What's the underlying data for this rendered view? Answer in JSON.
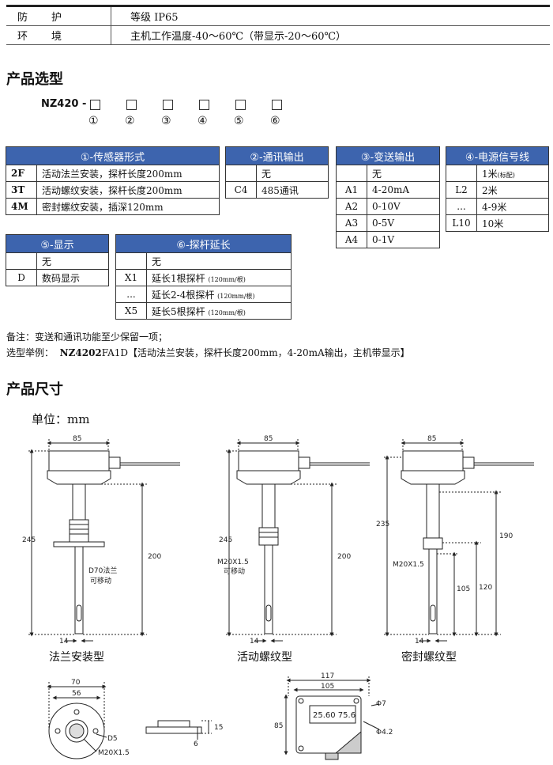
{
  "spec": [
    {
      "k": "防护",
      "v": "等级 IP65"
    },
    {
      "k": "环境",
      "v": "主机工作温度-40～60℃（带显示-20～60℃）"
    }
  ],
  "selection": {
    "title": "产品选型",
    "model_prefix": "NZ420 -",
    "slots": [
      "①",
      "②",
      "③",
      "④",
      "⑤",
      "⑥"
    ],
    "sensor": {
      "title": "①-传感器形式",
      "rows": [
        {
          "code": "2F",
          "desc": "活动法兰安装，探杆长度200mm"
        },
        {
          "code": "3T",
          "desc": "活动螺纹安装，探杆长度200mm"
        },
        {
          "code": "4M",
          "desc": "密封螺纹安装，插深120mm"
        }
      ]
    },
    "comm": {
      "title": "②-通讯输出",
      "rows": [
        {
          "code": "",
          "desc": "无"
        },
        {
          "code": "C4",
          "desc": "485通讯"
        }
      ]
    },
    "transmit": {
      "title": "③-变送输出",
      "rows": [
        {
          "code": "",
          "desc": "无"
        },
        {
          "code": "A1",
          "desc": "4-20mA"
        },
        {
          "code": "A2",
          "desc": "0-10V"
        },
        {
          "code": "A3",
          "desc": "0-5V"
        },
        {
          "code": "A4",
          "desc": "0-1V"
        }
      ]
    },
    "power": {
      "title": "④-电源信号线",
      "rows": [
        {
          "code": "",
          "desc": "1米",
          "note": "(标配)"
        },
        {
          "code": "L2",
          "desc": "2米",
          "note": ""
        },
        {
          "code": "...",
          "desc": "4-9米",
          "note": ""
        },
        {
          "code": "L10",
          "desc": "10米",
          "note": ""
        }
      ]
    },
    "display": {
      "title": "⑤-显示",
      "rows": [
        {
          "code": "",
          "desc": "无"
        },
        {
          "code": "D",
          "desc": "数码显示"
        }
      ]
    },
    "probe": {
      "title": "⑥-探杆延长",
      "rows": [
        {
          "code": "",
          "desc": "无",
          "note": ""
        },
        {
          "code": "X1",
          "desc": "延长1根探杆",
          "note": "(120mm/根)"
        },
        {
          "code": "...",
          "desc": "延长2-4根探杆",
          "note": "(120mm/根)"
        },
        {
          "code": "X5",
          "desc": "延长5根探杆",
          "note": "(120mm/根)"
        }
      ]
    },
    "remark": "备注：变送和通讯功能至少保留一项；",
    "example_label": "选型举例：",
    "example_code": "NZ4202",
    "example_rest": "FA1D【活动法兰安装，探杆长度200mm，4-20mA输出，主机带显示】"
  },
  "dims": {
    "title": "产品尺寸",
    "unit": "单位：mm",
    "captions": [
      "法兰安装型",
      "活动螺纹型",
      "密封螺纹型"
    ],
    "d1": {
      "w": "85",
      "h": "245",
      "probe": "200",
      "bottom": "14",
      "flange": "D70法兰",
      "movable": "可移动"
    },
    "d2": {
      "w": "85",
      "h": "245",
      "probe": "200",
      "bottom": "14",
      "thread": "M20X1.5",
      "movable": "可移动"
    },
    "d3": {
      "w": "85",
      "h": "235",
      "a": "190",
      "b": "120",
      "c": "105",
      "bottom": "14",
      "thread": "M20X1.5"
    },
    "flange": {
      "d1": "70",
      "d2": "56",
      "hole": "D5",
      "thread": "M20X1.5",
      "t1": "15",
      "t2": "6"
    },
    "front": {
      "w1": "117",
      "w2": "105",
      "h": "85",
      "p1": "Φ7",
      "p2": "Φ4.2",
      "reading": "25.60  75.6"
    }
  }
}
